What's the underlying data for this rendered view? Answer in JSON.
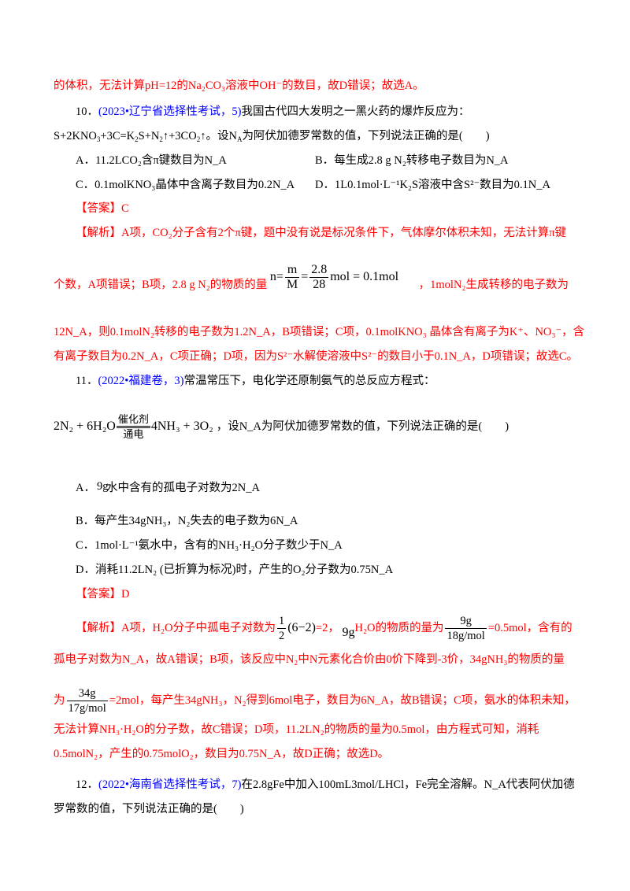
{
  "colors": {
    "explanation": "#ff0000",
    "source": "#0000ff",
    "body": "#000000"
  },
  "prev_tail": {
    "line": "的体积，无法计算pH=12的Na₂CO₃溶液中OH⁻的数目，故D错误；故选A。"
  },
  "q10": {
    "number": "10．",
    "source": "(2023•辽宁省选择性考试，5)",
    "stem1": "我国古代四大发明之一黑火药的爆炸反应为：",
    "stem2_a": "S+2KNO",
    "stem2_b": "+3C=K",
    "stem2_c": "S+N",
    "stem2_d": "↑+3CO",
    "stem2_e": "↑。设N",
    "stem2_f": "为阿伏加德罗常数的值，下列说法正确的是(　　)",
    "options": {
      "A": "A．11.2LCO₂含π键数目为N_A",
      "B": "B．每生成2.8 g N₂转移电子数目为N_A",
      "C": "C．0.1molKNO₃晶体中含离子数目为0.2N_A",
      "D": "D．1L0.1mol·L⁻¹K₂S溶液中含S²⁻数目为0.1N_A"
    },
    "answer_label": "【答案】",
    "answer": "C",
    "analysis_label": "【解析】",
    "analysis": [
      "A项，CO₂分子含有2个π键，题中没有说是标况条件下，气体摩尔体积未知，无法计算π键",
      "个数，A项错误；B项，2.8 g N₂的物质的量",
      "，1molN₂生成转移的电子数为",
      "12N_A，则0.1molN₂转移的电子数为1.2N_A，B项错误；C项，0.1molKNO₃ 晶体含有离子为K⁺、NO₃⁻，含",
      "有离子数目为0.2N_A，C项正确；D项，因为S²⁻水解使溶液中S²⁻的数目小于0.1N_A，D项错误；故选C。"
    ],
    "formula": {
      "lhs": "n=",
      "f1_num": "m",
      "f1_den": "M",
      "eq": "=",
      "f2_num": "2.8",
      "f2_den": "28",
      "rhs": "mol = 0.1mol"
    }
  },
  "q11": {
    "number": "11．",
    "source": "(2022•福建卷，3)",
    "stem1": "常温常压下，电化学还原制氨气的总反应方程式：",
    "equation": {
      "lhs": "2N₂ + 6H₂O",
      "top": "催化剂",
      "bottom": "通电",
      "rhs": "4NH₃ + 3O₂"
    },
    "stem2": "，设N_A为阿伏加德罗常数的值，下列说法正确的是(　　)",
    "options": {
      "A_prefix": "A．",
      "A_mass": "9g",
      "A": "水中含有的孤电子对数为2N_A",
      "B": "B．每产生34gNH₃，N₂失去的电子数为6N_A",
      "C": "C．1mol·L⁻¹氨水中，含有的NH₃·H₂O分子数少于N_A",
      "D": "D．消耗11.2LN₂ (已折算为标况)时，产生的O₂分子数为0.75N_A"
    },
    "answer_label": "【答案】",
    "answer": "D",
    "analysis_label": "【解析】",
    "analysis": [
      "A项，H₂O分子中孤电子对数为",
      "=2，",
      "H₂O的物质的量为",
      "=0.5mol，含有的",
      "孤电子对数为N_A，故A错误；B项，该反应中N₂中N元素化合价由0价下降到-3价，34gNH₃的物质的量",
      "为",
      "=2mol，每产生34gNH₃，N₂得到6mol电子，数目为6N_A，故B错误；C项，氨水的体积未知，",
      "无法计算NH₃·H₂O的分子数，故C错误；D项，11.2LN₂的物质的量为0.5mol，由方程式可知，消耗",
      "0.5molN₂，产生的0.75molO₂，数目为0.75N_A，故D正确；故选D。"
    ],
    "math": {
      "half_num": "1",
      "half_den": "2",
      "paren": "(6−2)",
      "mass": "9g",
      "m_num": "9g",
      "m_den": "18g/mol",
      "n_num": "34g",
      "n_den": "17g/mol"
    }
  },
  "q12": {
    "number": "12．",
    "source": "(2022•海南省选择性考试，7)",
    "stem1": "在2.8gFe中加入100mL3mol/LHCl，Fe完全溶解。N_A代表阿伏加德",
    "stem2": "罗常数的值，下列说法正确的是(　　)"
  }
}
